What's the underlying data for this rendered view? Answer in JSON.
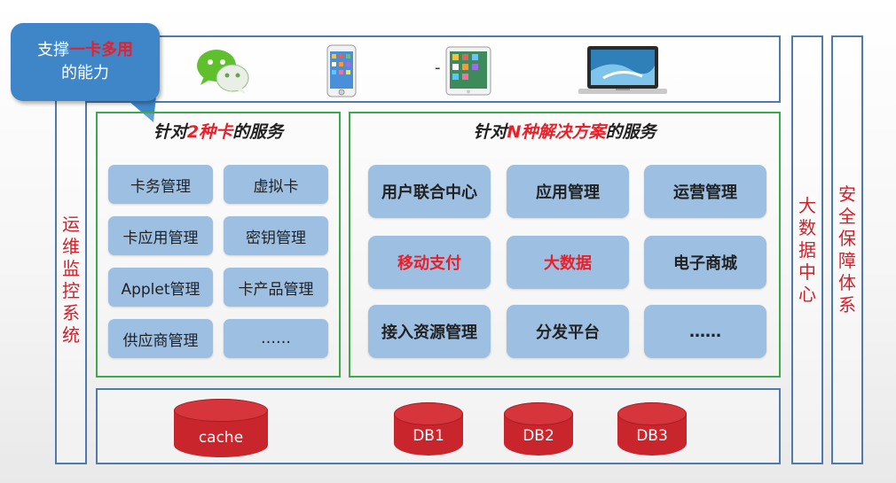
{
  "callout": {
    "prefix": "支撑",
    "highlight": "一卡多用",
    "line2": "的能力"
  },
  "left_side": {
    "label": [
      "运",
      "维",
      "监",
      "控",
      "系",
      "统"
    ]
  },
  "right_side_1": {
    "label": [
      "大",
      "数",
      "据",
      "中",
      "心"
    ]
  },
  "right_side_2": {
    "label": [
      "安",
      "全",
      "保",
      "障",
      "体",
      "系"
    ]
  },
  "devices": {
    "separator": "-"
  },
  "card_services": {
    "title_prefix": "针对",
    "title_highlight": "2种卡",
    "title_suffix": "的服务",
    "items": [
      "卡务管理",
      "虚拟卡",
      "卡应用管理",
      "密钥管理",
      "Applet管理",
      "卡产品管理",
      "供应商管理",
      "……"
    ]
  },
  "solution_services": {
    "title_prefix": "针对",
    "title_highlight": "N种解决方案",
    "title_suffix": "的服务",
    "items": [
      "用户联合中心",
      "应用管理",
      "运营管理",
      "移动支付",
      "大数据",
      "电子商城",
      "接入资源管理",
      "分发平台",
      "……"
    ]
  },
  "storage": {
    "items": [
      "cache",
      "DB1",
      "DB2",
      "DB3"
    ]
  },
  "colors": {
    "accent_red": "#e8202a",
    "frame_blue": "#4f7ab0",
    "green_border": "#3caa4a",
    "pill_blue": "#9dbfe2",
    "db_red": "#c8252c"
  }
}
